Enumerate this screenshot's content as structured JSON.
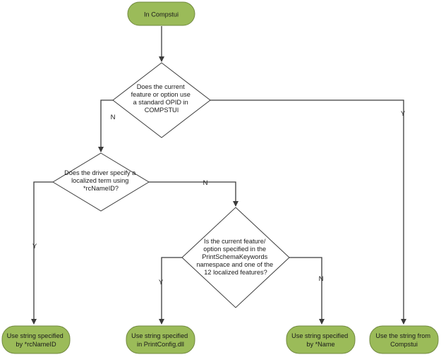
{
  "start": {
    "label": "In Compstui"
  },
  "decisions": [
    {
      "id": "d1",
      "lines": [
        "Does the current",
        "feature or option use",
        "a standard OPID in",
        "COMPSTUI"
      ]
    },
    {
      "id": "d2",
      "lines": [
        "Does the driver specify a",
        "localized term using",
        "*rcNameID?"
      ]
    },
    {
      "id": "d3",
      "lines": [
        "Is the current feature/",
        "option specified in the",
        "PrintSchemaKeywords",
        "namespace and one of the",
        "12 localized features?"
      ]
    }
  ],
  "outcomes": [
    {
      "id": "o1",
      "lines": [
        "Use string specified",
        "by *rcNameID"
      ]
    },
    {
      "id": "o2",
      "lines": [
        "Use string specified",
        "in PrintConfig.dll"
      ]
    },
    {
      "id": "o3",
      "lines": [
        "Use string specified",
        "by *Name"
      ]
    },
    {
      "id": "o4",
      "lines": [
        "Use the string from",
        "Compstui"
      ]
    }
  ],
  "edge_labels": {
    "d1_no": "N",
    "d1_yes": "Y",
    "d2_no": "N",
    "d2_yes": "Y",
    "d3_yes": "Y",
    "d3_no": "N"
  },
  "colors": {
    "terminal_fill": "#9bbb59",
    "terminal_stroke": "#71893f",
    "line": "#3b3b3b"
  }
}
